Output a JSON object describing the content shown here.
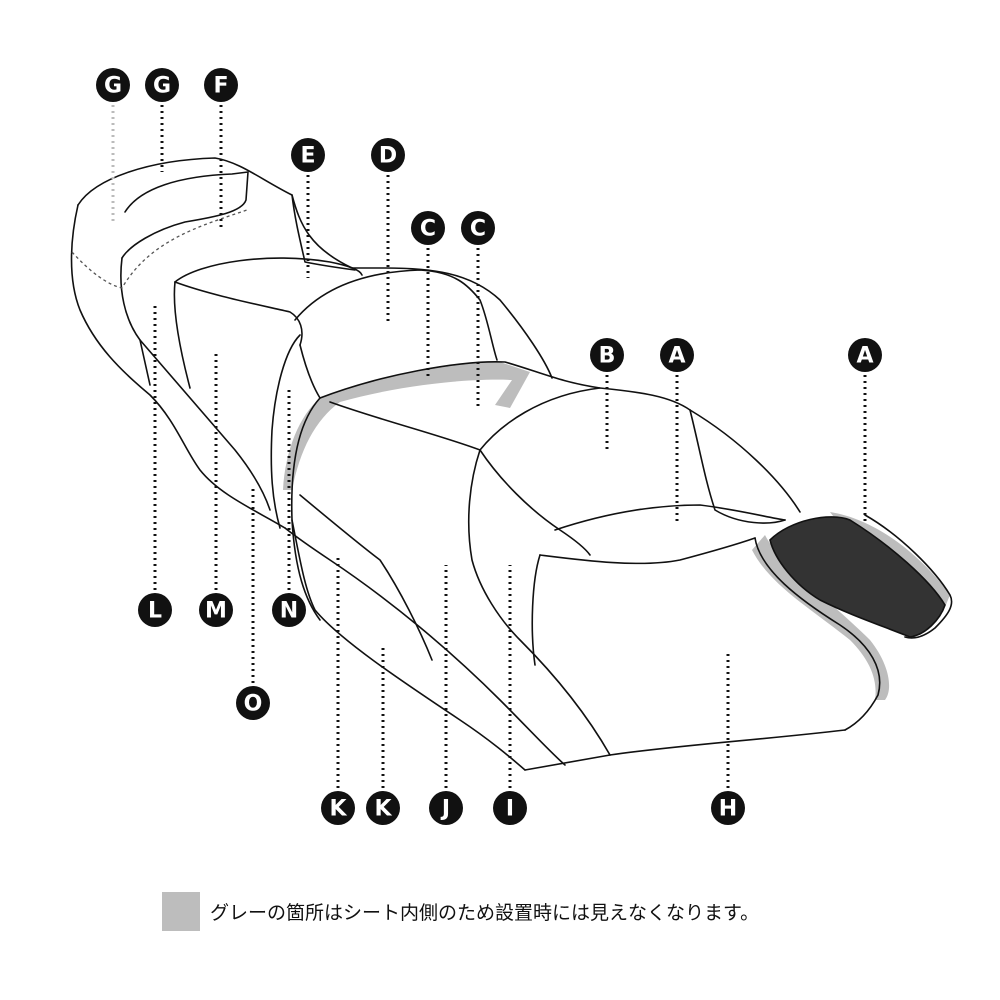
{
  "markers": [
    "G",
    "G",
    "F",
    "E",
    "D",
    "C",
    "C",
    "B",
    "A",
    "A",
    "L",
    "M",
    "N",
    "O",
    "K",
    "K",
    "J",
    "I",
    "H"
  ],
  "legend": {
    "swatch_color": "#bdbdbd",
    "text": "グレーの箇所はシート内側のため設置時には見えなくなります。"
  },
  "colors": {
    "outline": "#111111",
    "hidden_area": "#bdbdbd",
    "grip": "#333333"
  }
}
